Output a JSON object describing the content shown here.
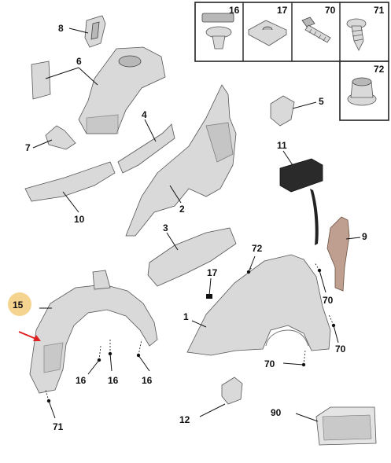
{
  "callouts": {
    "p1": "1",
    "p2": "2",
    "p3": "3",
    "p4": "4",
    "p5": "5",
    "p6": "6",
    "p7": "7",
    "p8": "8",
    "p9": "9",
    "p10": "10",
    "p11": "11",
    "p12": "12",
    "p15": "15",
    "p16a": "16",
    "p16b": "16",
    "p16c": "16",
    "p17": "17",
    "p70a": "70",
    "p70b": "70",
    "p70c": "70",
    "p71": "71",
    "p72": "72",
    "p90": "90"
  },
  "fastener_box": {
    "cells": [
      "16",
      "17",
      "70",
      "71",
      "72"
    ]
  },
  "colors": {
    "highlight_circle": "#f5d48f",
    "arrow": "#e02020",
    "part_fill": "#d9d9d9"
  }
}
